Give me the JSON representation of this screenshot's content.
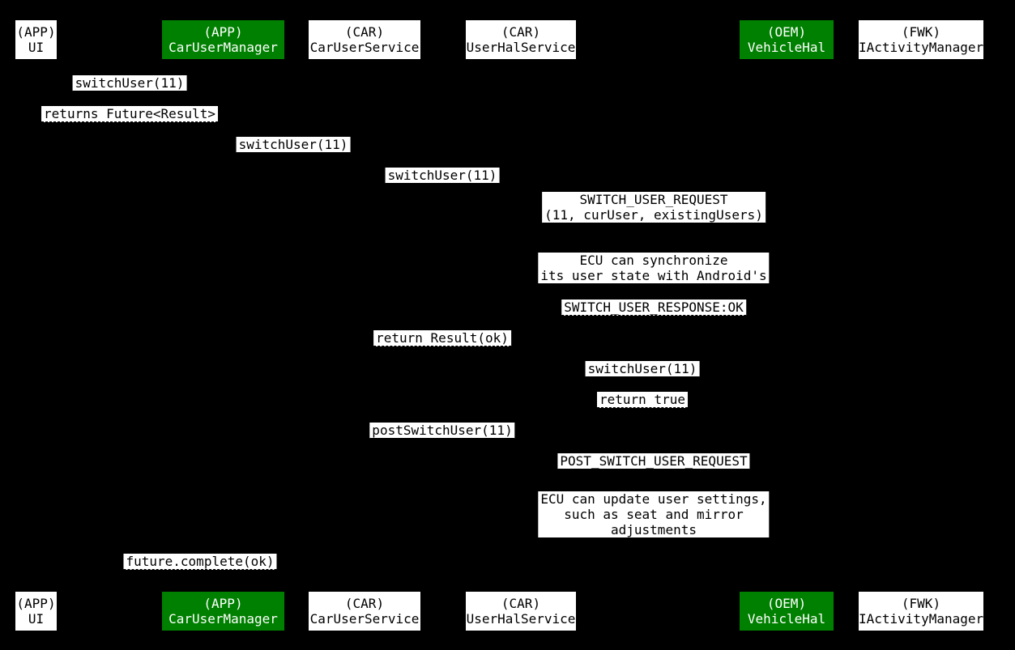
{
  "diagram": {
    "type": "sequence-diagram",
    "colors": {
      "background": "#000000",
      "accent_green": "#008000",
      "label_bg": "#ffffff",
      "label_text": "#000000"
    }
  },
  "participants": [
    {
      "system": "(APP)",
      "name": "UI",
      "color": "white"
    },
    {
      "system": "(APP)",
      "name": "CarUserManager",
      "color": "green"
    },
    {
      "system": "(CAR)",
      "name": "CarUserService",
      "color": "white"
    },
    {
      "system": "(CAR)",
      "name": "UserHalService",
      "color": "white"
    },
    {
      "system": "(OEM)",
      "name": "VehicleHal",
      "color": "green"
    },
    {
      "system": "(FWK)",
      "name": "IActivityManager",
      "color": "white"
    }
  ],
  "messages": [
    {
      "text": "switchUser(11)",
      "kind": "call"
    },
    {
      "text": "returns Future<Result>",
      "kind": "return"
    },
    {
      "text": "switchUser(11)",
      "kind": "call"
    },
    {
      "text": "switchUser(11)",
      "kind": "call"
    },
    {
      "text": "SWITCH_USER_REQUEST\n(11, curUser, existingUsers)",
      "kind": "call"
    },
    {
      "text": "ECU can synchronize\nits user state with Android's",
      "kind": "note"
    },
    {
      "text": "SWITCH_USER_RESPONSE:OK",
      "kind": "return"
    },
    {
      "text": "return Result(ok)",
      "kind": "return"
    },
    {
      "text": "switchUser(11)",
      "kind": "call"
    },
    {
      "text": "return true",
      "kind": "return"
    },
    {
      "text": "postSwitchUser(11)",
      "kind": "call"
    },
    {
      "text": "POST_SWITCH_USER_REQUEST",
      "kind": "call"
    },
    {
      "text": "ECU can update user settings,\nsuch as seat and mirror\nadjustments",
      "kind": "note"
    },
    {
      "text": "future.complete(ok)",
      "kind": "return"
    }
  ]
}
